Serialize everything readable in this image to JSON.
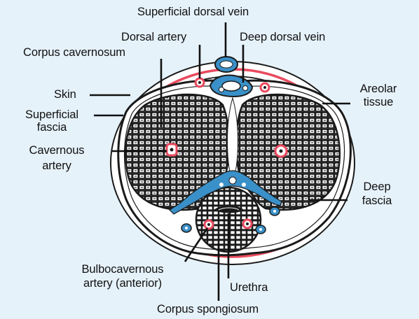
{
  "labels": {
    "superficial_dorsal_vein": "Superficial dorsal vein",
    "dorsal_artery": "Dorsal artery",
    "deep_dorsal_vein": "Deep dorsal vein",
    "corpus_cavernosum": "Corpus cavernosum",
    "skin": "Skin",
    "superficial_fascia_1": "Superficial",
    "superficial_fascia_2": "fascia",
    "areolar_tissue_1": "Areolar",
    "areolar_tissue_2": "tissue",
    "cavernous_artery_1": "Cavernous",
    "cavernous_artery_2": "artery",
    "deep_fascia_1": "Deep",
    "deep_fascia_2": "fascia",
    "bulbocavernous_artery_1": "Bulbocavernous",
    "bulbocavernous_artery_2": "artery (anterior)",
    "urethra": "Urethra",
    "corpus_spongiosum": "Corpus spongiosum"
  },
  "colors": {
    "background": "#e6f2fa",
    "skin_line": "#e94a5e",
    "vessel_fill": "#3a90c8",
    "artery_fill": "#e94a5e",
    "tissue": "#ffffff",
    "outline": "#1a1a1a"
  }
}
